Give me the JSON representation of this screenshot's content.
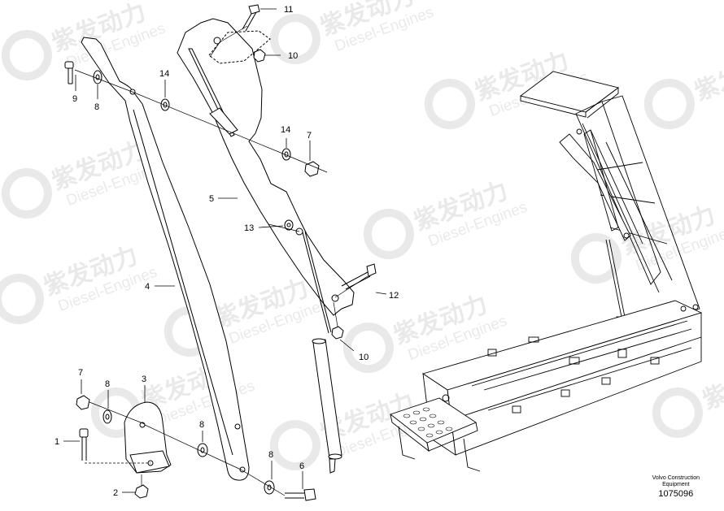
{
  "watermark": {
    "cn": "紫发动力",
    "en": "Diesel-Engines"
  },
  "callouts": {
    "c1": "1",
    "c2": "2",
    "c3": "3",
    "c4": "4",
    "c5": "5",
    "c6": "6",
    "c7a": "7",
    "c7b": "7",
    "c8a": "8",
    "c8b": "8",
    "c8c": "8",
    "c8d": "8",
    "c9": "9",
    "c10a": "10",
    "c10b": "10",
    "c11": "11",
    "c12": "12",
    "c13": "13",
    "c14a": "14",
    "c14b": "14"
  },
  "caption": {
    "line1": "Volvo Construction",
    "line2": "Equipment",
    "number": "1075096"
  }
}
